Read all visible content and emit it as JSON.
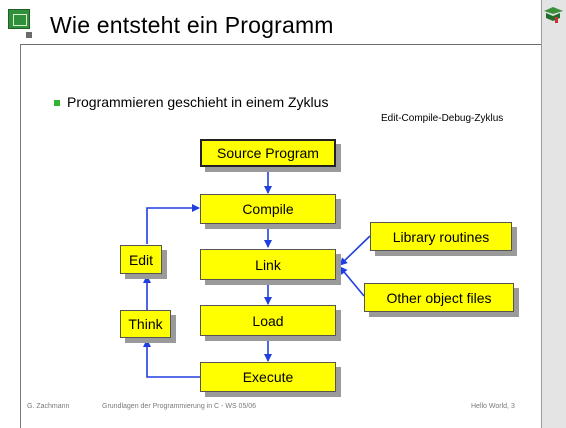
{
  "slide": {
    "title": "Wie entsteht ein Programm",
    "bullet": "Programmieren geschieht in einem Zyklus",
    "cycle_label": "Edit-Compile-Debug-Zyklus"
  },
  "diagram": {
    "source_program": "Source Program",
    "compile": "Compile",
    "link": "Link",
    "load": "Load",
    "execute": "Execute",
    "edit": "Edit",
    "think": "Think",
    "library_routines": "Library routines",
    "other_object_files": "Other object files"
  },
  "footer": {
    "author": "G. Zachmann",
    "course": "Grundlagen der Programmierung in C - WS 05/06",
    "page": "Hello World, 3"
  },
  "colors": {
    "box_fill": "#ffff00",
    "arrow": "#1f3fe0",
    "bullet": "#2fb52f"
  }
}
